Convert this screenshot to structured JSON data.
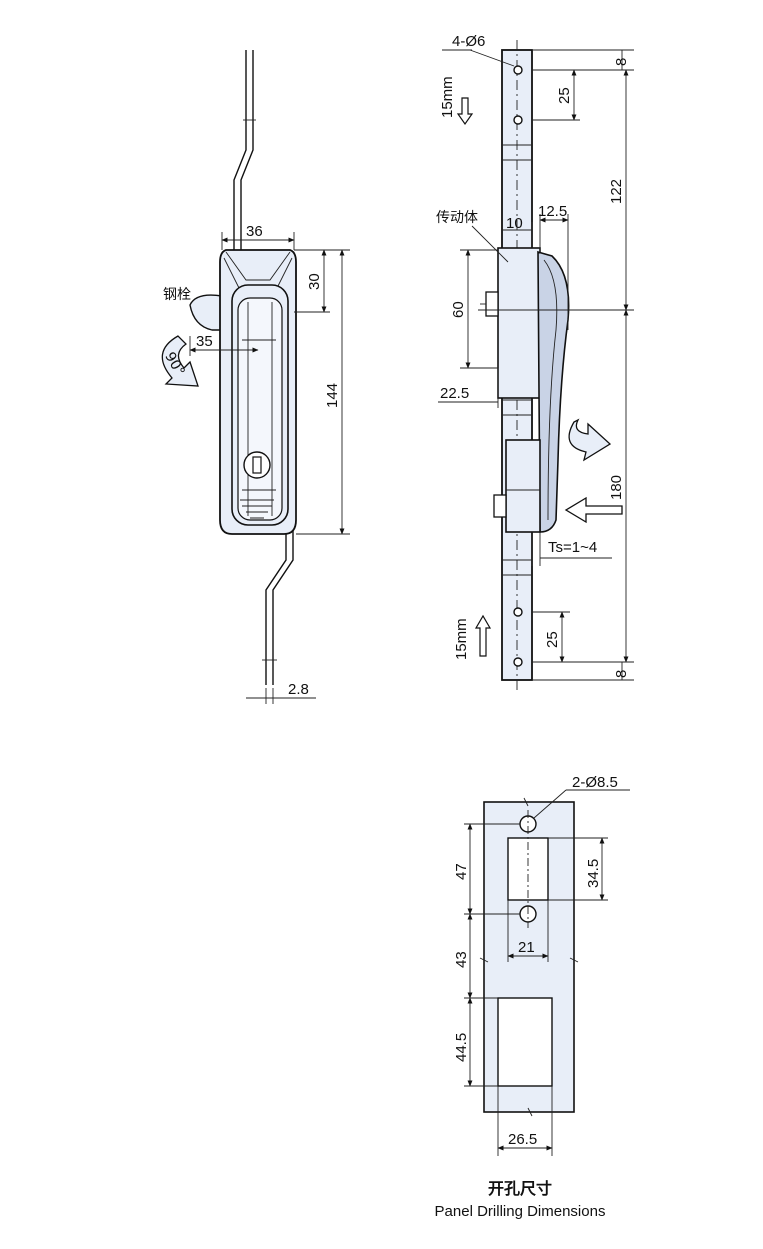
{
  "colors": {
    "metal": "#e8eef8",
    "metal_dark": "#c9d3e6",
    "line": "#111111",
    "background": "#ffffff"
  },
  "front_view": {
    "dim_width": "36",
    "dim_top": "30",
    "dim_height": "144",
    "dim_bolt": "35",
    "dim_thickness": "2.8",
    "label_bolt": "钢栓",
    "rotation": "90°"
  },
  "side_view": {
    "holes": "4-Ø6",
    "travel_top": "15mm",
    "travel_bottom": "15mm",
    "dim_top_offset": "8",
    "dim_top_pitch": "25",
    "dim_upper": "122",
    "dim_lower": "180",
    "dim_bottom_pitch": "25",
    "dim_bottom_offset": "8",
    "label_drive": "传动体",
    "dim_10": "10",
    "dim_12_5": "12.5",
    "dim_60": "60",
    "dim_22_5": "22.5",
    "dim_ts": "Ts=1~4"
  },
  "panel": {
    "holes": "2-Ø8.5",
    "dim_47": "47",
    "dim_34_5": "34.5",
    "dim_21": "21",
    "dim_43": "43",
    "dim_44_5": "44.5",
    "dim_26_5": "26.5",
    "caption_cn": "开孔尺寸",
    "caption_en": "Panel Drilling Dimensions"
  }
}
